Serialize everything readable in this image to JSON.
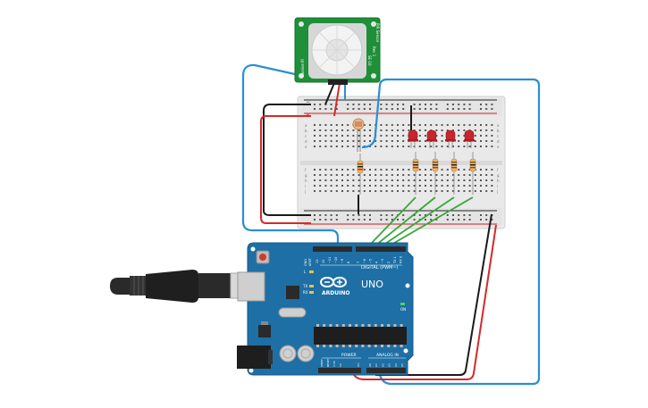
{
  "canvas": {
    "background": "#ffffff"
  },
  "pir_sensor": {
    "board_text_left": "Passive IR",
    "board_text_mid": "Rev 1",
    "board_text_right": "PIR Sensor",
    "board_text_bottom": "SE-10",
    "board_color": "#1f8f3a"
  },
  "breadboard": {
    "rail_minus": "−",
    "rail_plus": "+",
    "row_letters_top": [
      "a",
      "b",
      "c",
      "d",
      "e"
    ],
    "row_letters_bottom": [
      "f",
      "g",
      "h",
      "i",
      "j"
    ]
  },
  "arduino": {
    "logo_text": "ARDUINO",
    "model": "UNO",
    "digital_label": "DIGITAL (PWM~)",
    "power_label": "POWER",
    "analog_label": "ANALOG IN",
    "aref_label": "AREF",
    "gnd_label": "GND",
    "tx_label": "TX",
    "rx_label": "RX",
    "l_label": "L",
    "on_label": "ON",
    "ioref_label": "IOREF",
    "reset_label": "RESET",
    "v33_label": "3.3V",
    "v5_label": "5V",
    "vin_label": "Vin",
    "pin_numbers": [
      "13",
      "12",
      "~11",
      "~10",
      "~9",
      "8",
      "7",
      "~6",
      "~5",
      "4",
      "~3",
      "2",
      "TX 1",
      "RX 0"
    ],
    "analog_pins": [
      "A0",
      "A1",
      "A2",
      "A3",
      "A4",
      "A5"
    ],
    "board_color": "#1d6fa5"
  },
  "leds": {
    "color": "#c8252c",
    "count_label": ""
  },
  "wires": {
    "blue": "#2b8fd0",
    "red": "#d42a2a",
    "black": "#1a1a1a",
    "green": "#3aa63a"
  }
}
